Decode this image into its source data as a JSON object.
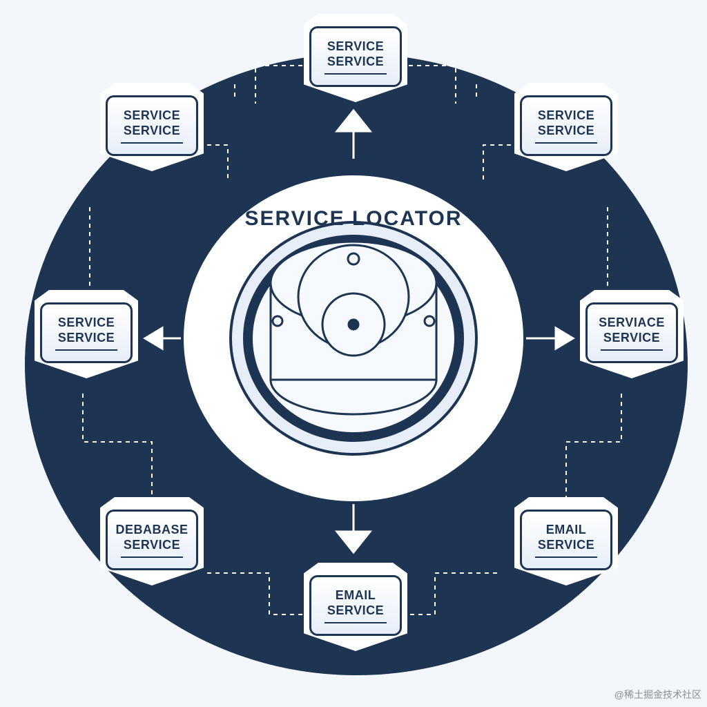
{
  "diagram": {
    "title": "SERVICE LOCATOR",
    "colors": {
      "primary": "#1d3452",
      "background": "#f3f6fa",
      "node_fill": "#ffffff",
      "accent": "#e7eef8"
    },
    "nodes": [
      {
        "id": "top",
        "line1": "SERVICE",
        "line2": "SERVICE"
      },
      {
        "id": "top-left",
        "line1": "SERVICE",
        "line2": "SERVICE"
      },
      {
        "id": "top-right",
        "line1": "SERVICE",
        "line2": "SERVICE"
      },
      {
        "id": "mid-left",
        "line1": "SERVICE",
        "line2": "SERVICE"
      },
      {
        "id": "mid-right",
        "line1": "SERVIACE",
        "line2": "SERVICE"
      },
      {
        "id": "bottom-left",
        "line1": "DEBABASE",
        "line2": "SERVICE"
      },
      {
        "id": "bottom-right",
        "line1": "EMAIL",
        "line2": "SERVICE"
      },
      {
        "id": "bottom",
        "line1": "EMAIL",
        "line2": "SERVICE"
      }
    ],
    "watermark": "@稀土掘金技术社区"
  }
}
